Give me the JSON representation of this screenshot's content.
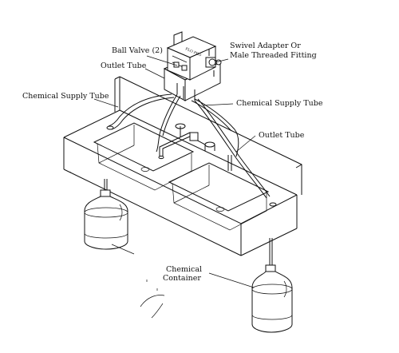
{
  "labels": {
    "ball_valve": "Ball Valve (2)",
    "outlet_tube_top": "Outlet Tube",
    "swivel_line1": "Swivel Adapter Or",
    "swivel_line2": "Male Threaded Fitting",
    "chem_supply_left": "Chemical Supply Tube",
    "chem_supply_right": "Chemical  Supply Tube",
    "outlet_tube_right": "Outlet Tube",
    "chem_container_line1": "Chemical",
    "chem_container_line2": "Container"
  },
  "dispenser_badge": "FLO PRO"
}
